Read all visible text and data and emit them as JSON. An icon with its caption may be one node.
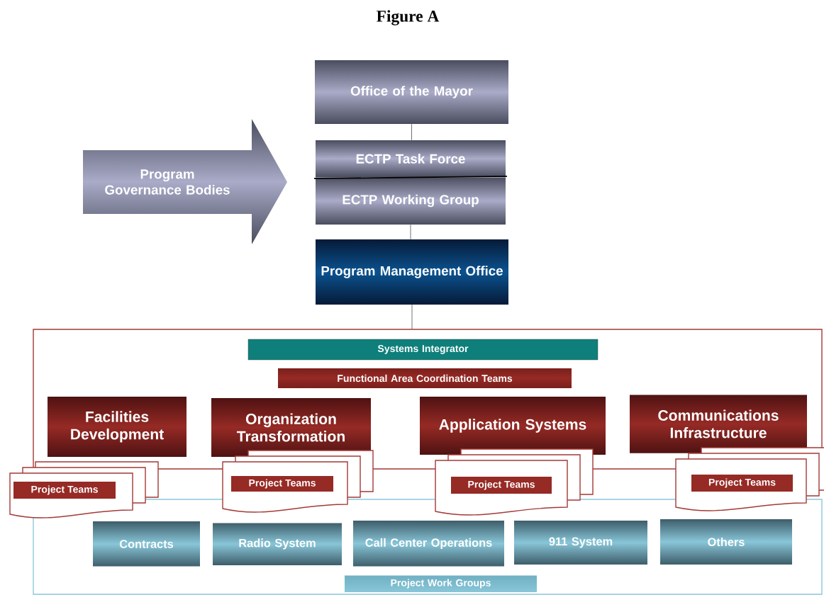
{
  "diagram": {
    "title": "Figure A",
    "nodes": [
      {
        "text": [
          "Program Governance Bodies"
        ]
      },
      {
        "text": [
          "Office of the Mayor"
        ]
      },
      {
        "text": [
          "ECTP Task Force"
        ]
      },
      {
        "text": [
          "ECTP Working Group"
        ]
      },
      {
        "text": [
          "Program Management Office"
        ]
      },
      {
        "text": [],
        "shape": "box"
      },
      {
        "text": [
          "Systems Integrator"
        ],
        "in": 5
      },
      {
        "text": [
          "Functional Area Coordination Teams"
        ],
        "in": 5
      },
      {
        "text": [
          "Facilities Development"
        ],
        "in": 5
      },
      {
        "text": [
          "Organization Transformation"
        ],
        "in": 5
      },
      {
        "text": [
          "Application Systems"
        ],
        "in": 5
      },
      {
        "text": [
          "Communications Infrastructure"
        ],
        "in": 5
      },
      {
        "text": [
          "Project Teams"
        ]
      },
      {
        "text": [
          "Project Teams"
        ]
      },
      {
        "text": [
          "Project Teams"
        ]
      },
      {
        "text": [
          "Project Teams"
        ]
      },
      {
        "text": [],
        "shape": "box"
      },
      {
        "text": [
          "Project Work Groups"
        ],
        "in": 16
      },
      {
        "text": [
          "Contracts"
        ],
        "in": 16
      },
      {
        "text": [
          "Radio System"
        ],
        "in": 16
      },
      {
        "text": [
          "Call Center Operations"
        ],
        "in": 16
      },
      {
        "text": [
          "911 System"
        ],
        "in": 16
      },
      {
        "text": [
          "Others"
        ],
        "in": 16
      }
    ],
    "edges": [
      {
        "from": 1,
        "to": 2,
        "arrow": "none"
      },
      {
        "from": 3,
        "to": 4,
        "arrow": "none"
      },
      {
        "from": 4,
        "to": 5,
        "arrow": "none"
      }
    ]
  }
}
